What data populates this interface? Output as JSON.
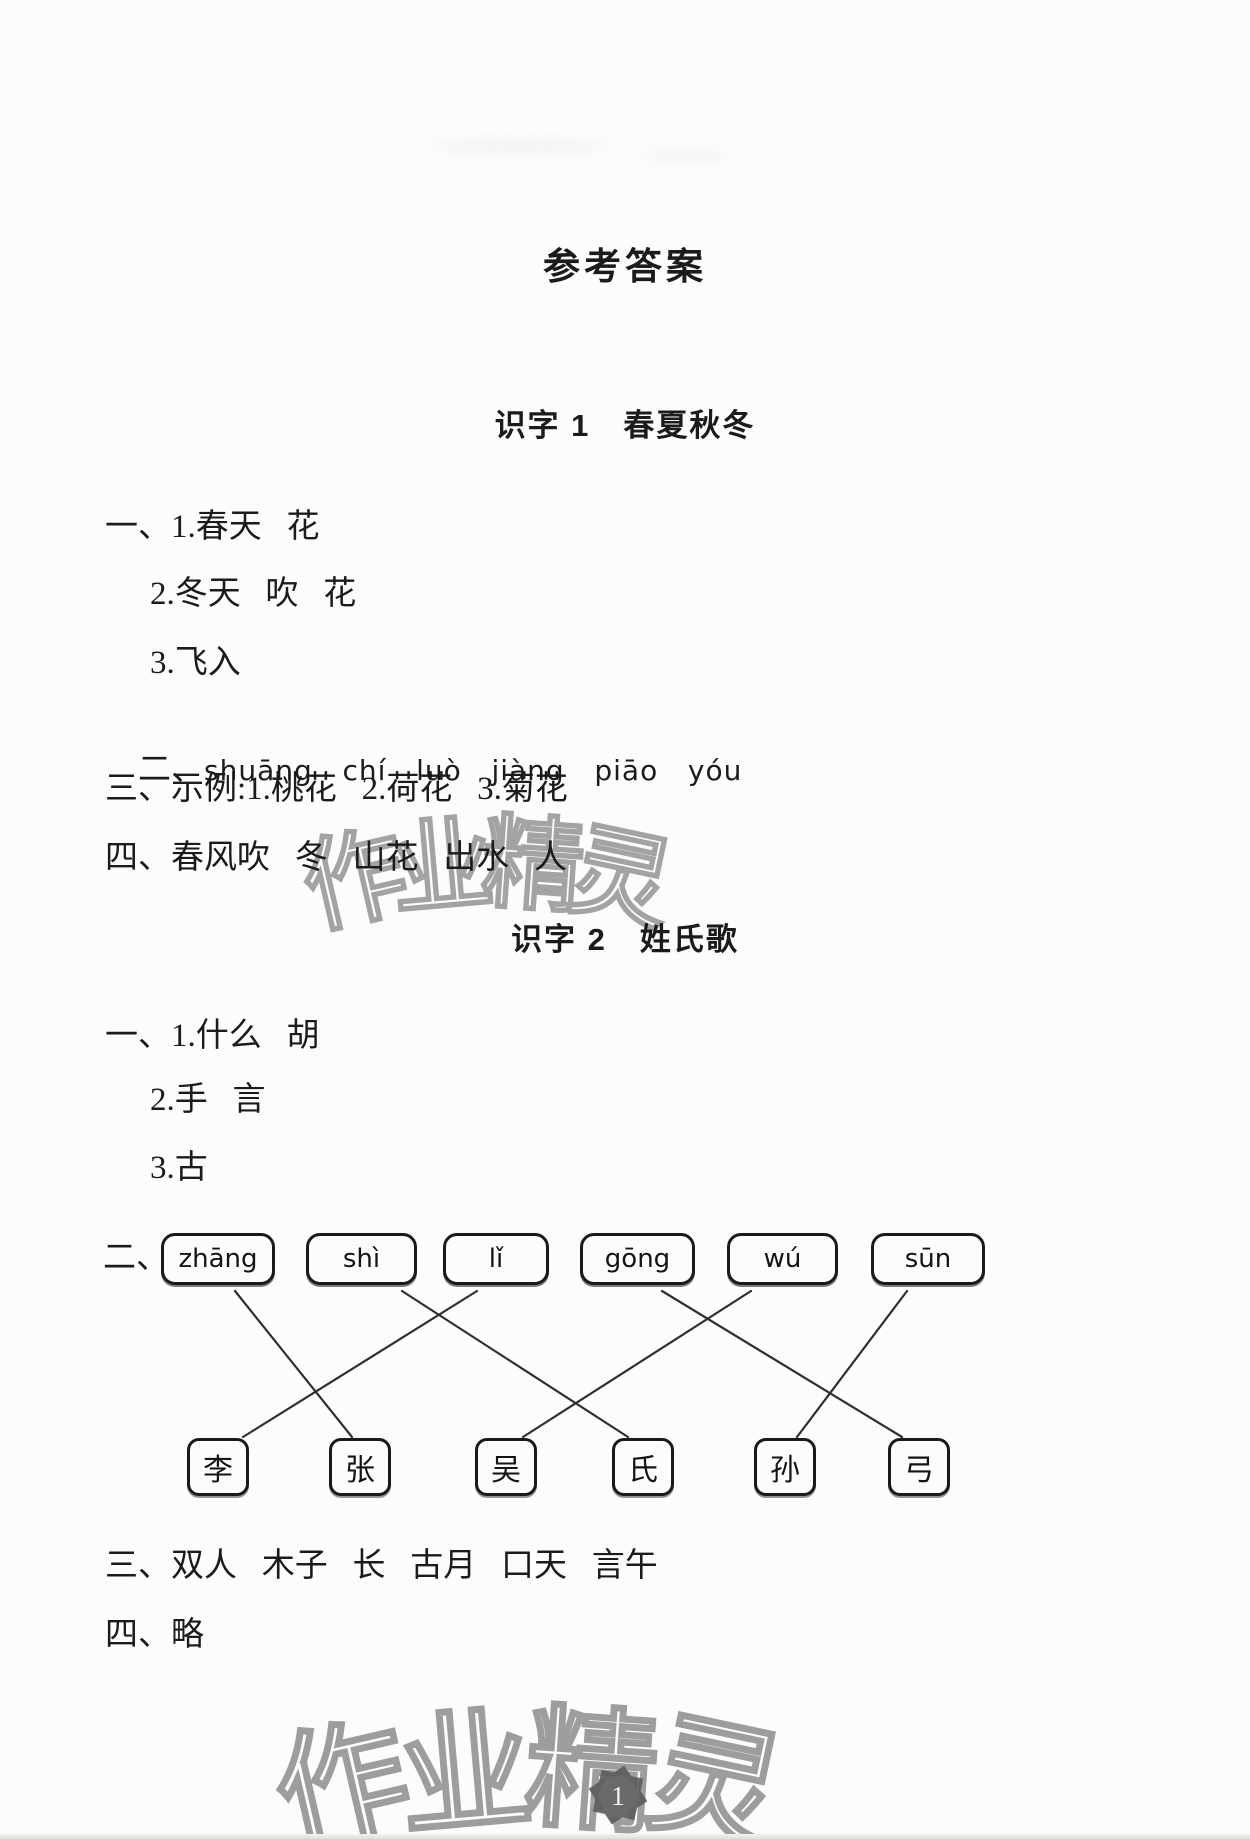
{
  "page": {
    "title": "参考答案"
  },
  "section1": {
    "title": "识字 1　春夏秋冬",
    "q1_line1": "一、1.春天   花",
    "q1_line2": "2.冬天   吹   花",
    "q1_line3": "3.飞入",
    "q2_label": "二、",
    "q2_pinyin": "shuāng   chí   luò   jiàng   piāo   yóu",
    "q3_line": "三、示例:1.桃花   2.荷花   3.菊花",
    "q4_line": "四、春风吹   冬   山花   出水   人"
  },
  "section2": {
    "title": "识字 2　姓氏歌",
    "q1_line1": "一、1.什么   胡",
    "q1_line2": "2.手   言",
    "q1_line3": "3.古",
    "q2_label": "二、",
    "q3_line": "三、双人   木子   长   古月   口天   言午",
    "q4_line": "四、略"
  },
  "matching": {
    "pinyin_boxes": [
      "zhāng",
      "shì",
      "lǐ",
      "gōng",
      "wú",
      "sūn"
    ],
    "hanzi_boxes": [
      "李",
      "张",
      "吴",
      "氏",
      "孙",
      "弓"
    ],
    "connections": [
      [
        "zhāng",
        "张"
      ],
      [
        "shì",
        "氏"
      ],
      [
        "lǐ",
        "李"
      ],
      [
        "gōng",
        "弓"
      ],
      [
        "wú",
        "吴"
      ],
      [
        "sūn",
        "孙"
      ]
    ]
  },
  "watermark": {
    "text": "作业精灵",
    "chars": [
      "作",
      "业",
      "精",
      "灵"
    ],
    "color": "#a3a3a3"
  },
  "footer": {
    "page_number": "1"
  }
}
